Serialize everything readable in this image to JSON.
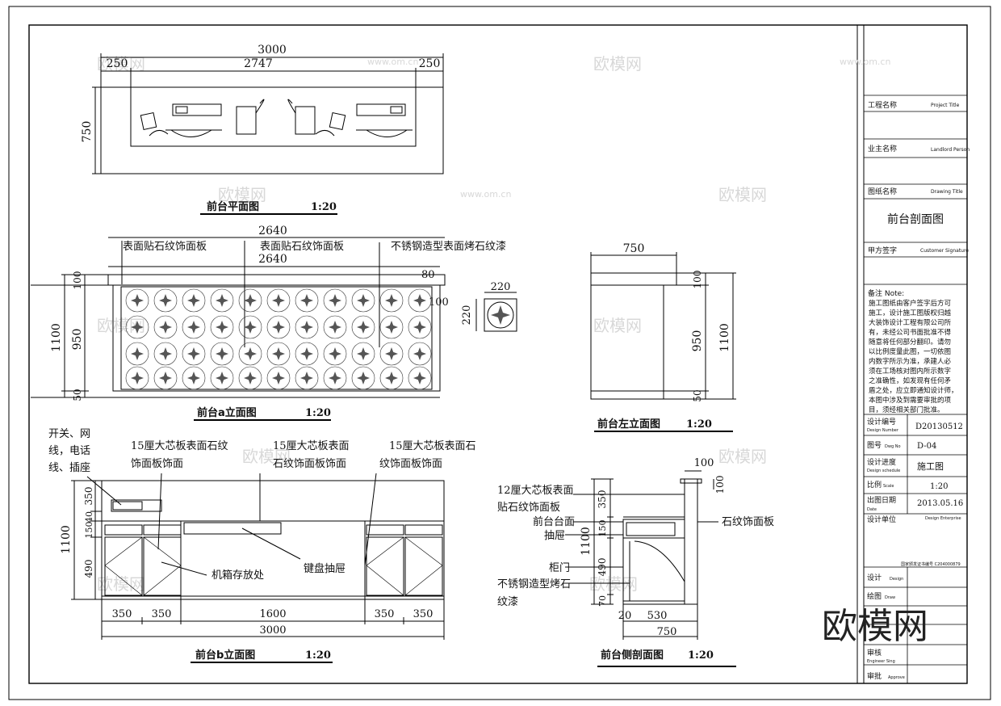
{
  "watermark": {
    "brand": "欧模网",
    "url": "www.om.cn"
  },
  "views": {
    "plan": {
      "title": "前台平面图",
      "scale": "1:20",
      "dims": {
        "total_w": "3000",
        "left": "250",
        "mid": "2747",
        "right": "250",
        "depth": "750"
      }
    },
    "elev_a": {
      "title": "前台a立面图",
      "scale": "1:20",
      "dims": {
        "top_w": "2640",
        "inner_w": "2640",
        "h_total": "1100",
        "h_main": "950",
        "h_top": "100",
        "h_base": "50",
        "overhang": "80",
        "step": "100"
      },
      "labels": [
        "表面贴石纹饰面板",
        "表面贴石纹饰面板",
        "不锈钢造型表面烤石纹漆"
      ],
      "detail": {
        "w": "220",
        "h": "220"
      }
    },
    "elev_left": {
      "title": "前台左立面图",
      "scale": "1:20",
      "dims": {
        "w": "750",
        "h_top": "100",
        "h_main": "950",
        "h_total": "1100",
        "h_base": "50"
      }
    },
    "elev_b": {
      "title": "前台b立面图",
      "scale": "1:20",
      "labels": {
        "switch": [
          "开关、网",
          "线，电话",
          "线、插座"
        ],
        "board1": [
          "15厘大芯板表面石纹",
          "饰面板饰面"
        ],
        "board2": [
          "15厘大芯板表面",
          "石纹饰面板饰面"
        ],
        "board3": [
          "15厘大芯板表面石",
          "纹饰面板饰面"
        ],
        "host": "机箱存放处",
        "keyboard": "键盘抽屉"
      },
      "dims": {
        "h_total": "1100",
        "h350": "350",
        "h40": "40",
        "h150": "150",
        "h490": "490",
        "w350a": "350",
        "w350b": "350",
        "w1600": "1600",
        "w350c": "350",
        "w350d": "350",
        "w_total": "3000"
      }
    },
    "section": {
      "title": "前台侧剖面图",
      "scale": "1:20",
      "labels": {
        "panel": [
          "12厘大芯板表面",
          "贴石纹饰面板"
        ],
        "counter": "前台台面",
        "drawer": "抽屉",
        "stone": "石纹饰面板",
        "door": "柜门",
        "steel": [
          "不锈钢造型烤石",
          "纹漆"
        ]
      },
      "dims": {
        "top100a": "100",
        "top100b": "100",
        "h350": "350",
        "h1100": "1100",
        "h150": "150",
        "h490": "490",
        "h70": "70",
        "w20": "20",
        "w530": "530",
        "w750": "750"
      }
    }
  },
  "title_block": {
    "project_title": {
      "cn": "工程名称",
      "en": "Project Title"
    },
    "owner": {
      "cn": "业主名称",
      "en": "Landlord Person"
    },
    "drawing_title": {
      "cn": "图纸名称",
      "en": "Drawing Title"
    },
    "drawing_name": "前台剖面图",
    "client_sign": {
      "cn": "甲方签字",
      "en": "Customer Signature"
    },
    "note_label": "备注 Note:",
    "note_lines": [
      "施工图纸由客户签字后方可",
      "施工，设计施工图版权归越",
      "大装饰设计工程有限公司所",
      "有，未经公司书面批准不得",
      "随意将任何部分翻印。请勿",
      "以比例度量此图，一切依图",
      "内数字所示为准，承建人必",
      "须在工场核对图内所示数字",
      "之准确性，如发现有任何矛",
      "盾之处，应立即通知设计师，",
      "本图中涉及到需要审批的项",
      "目，须经相关部门批准。"
    ],
    "design_no": {
      "cn": "设计编号",
      "en": "Design Number",
      "value": "D20130512"
    },
    "drawing_no": {
      "cn": "图号",
      "en": "Dwg No",
      "value": "D-04"
    },
    "schedule": {
      "cn": "设计进度",
      "en": "Design schedule",
      "value": "施工图"
    },
    "scale": {
      "cn": "比例",
      "en": "Scale",
      "value": "1:20"
    },
    "date": {
      "cn": "出图日期",
      "en": "Date",
      "value": "2013.05.16"
    },
    "unit": {
      "cn": "设计单位",
      "en": "Design Enterprise"
    },
    "cert_line": "国家颁发证书编号 C204000879",
    "design": {
      "cn": "设计",
      "en": "Design"
    },
    "draw": {
      "cn": "绘图",
      "en": "Draw"
    },
    "check": {
      "cn": "审核",
      "en": "Engineer Sing"
    },
    "approve": {
      "cn": "审批",
      "en": "Approve"
    },
    "big_logo": "欧模网"
  }
}
